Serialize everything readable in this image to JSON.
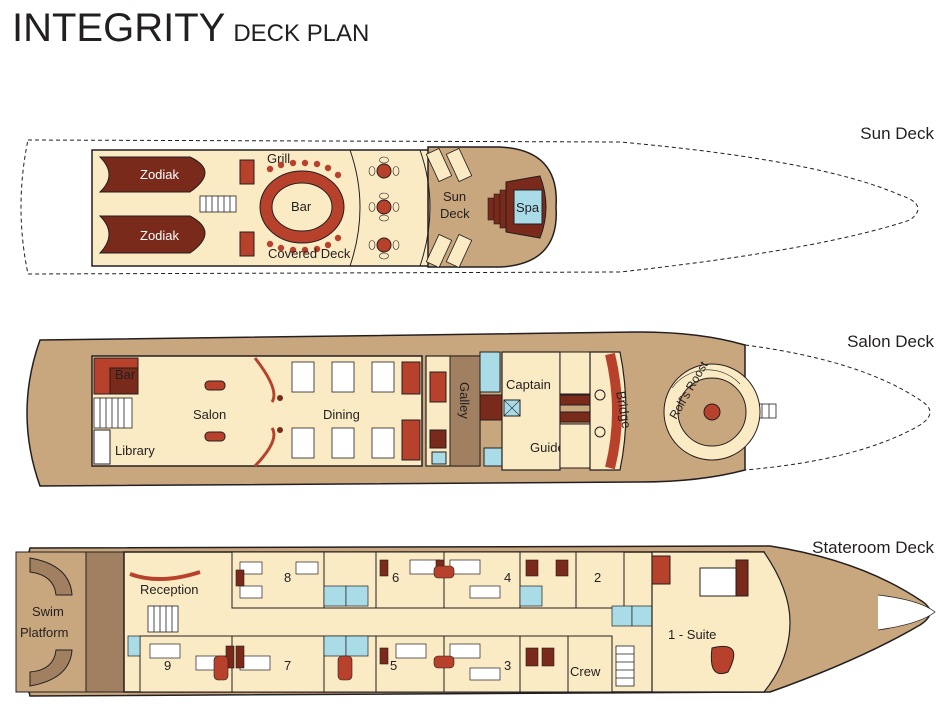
{
  "header": {
    "title": "INTEGRITY",
    "subtitle": "DECK PLAN"
  },
  "colors": {
    "hull": "#c9a77e",
    "floor": "#fbebc5",
    "dark": "#7a2a1a",
    "mid": "#b8412c",
    "outline": "#231f20",
    "tile": "#a9dce7",
    "cabin": "#a1451f"
  },
  "decks": {
    "sun": {
      "name": "Sun Deck",
      "labels": {
        "zodiak_1": "Zodiak",
        "zodiak_2": "Zodiak",
        "grill": "Grill",
        "bar": "Bar",
        "covered": "Covered Deck",
        "sun_1": "Sun",
        "sun_2": "Deck",
        "spa": "Spa"
      }
    },
    "salon": {
      "name": "Salon Deck",
      "labels": {
        "bar": "Bar",
        "salon": "Salon",
        "library": "Library",
        "dining": "Dining",
        "galley": "Galley",
        "captain": "Captain",
        "guide": "Guide",
        "bridge": "Bridge",
        "rolfs": "Rolf's Roost"
      }
    },
    "stateroom": {
      "name": "Stateroom Deck",
      "labels": {
        "swim_1": "Swim",
        "swim_2": "Platform",
        "reception": "Reception",
        "crew": "Crew",
        "suite": "1 - Suite"
      },
      "cabins": [
        "8",
        "6",
        "4",
        "2",
        "9",
        "7",
        "5",
        "3"
      ]
    }
  }
}
